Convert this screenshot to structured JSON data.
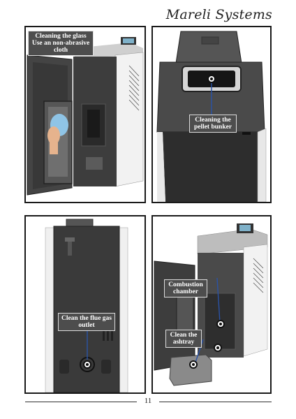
{
  "header": {
    "brand": "Mareli Systems"
  },
  "panels": [
    {
      "label": "Cleaning the glass\nUse an non-abrasive\ncloth"
    },
    {
      "label": "Cleaning the\npellet bunker"
    },
    {
      "label": "Clean the flue gas\noutlet"
    },
    {
      "labels": [
        "Combustion\nchamber",
        "Clean the\nashtray"
      ]
    }
  ],
  "footer": {
    "page_number": "11"
  }
}
